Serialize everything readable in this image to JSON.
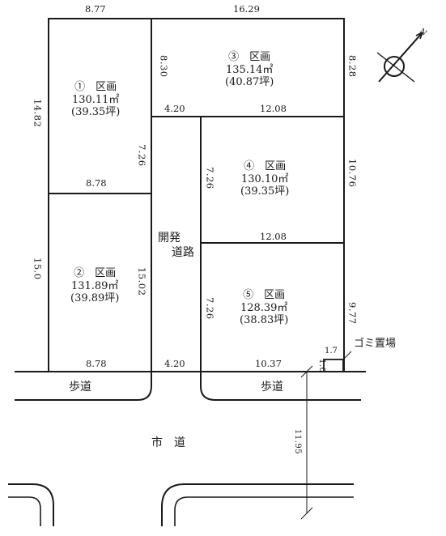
{
  "lots": [
    {
      "label": "①　区画",
      "area": "130.11㎡",
      "tsubo": "(39.35坪)"
    },
    {
      "label": "②　区画",
      "area": "131.89㎡",
      "tsubo": "(39.89坪)"
    },
    {
      "label": "③　区画",
      "area": "135.14㎡",
      "tsubo": "(40.87坪)"
    },
    {
      "label": "④　区画",
      "area": "130.10㎡",
      "tsubo": "(39.35坪)"
    },
    {
      "label": "⑤　区画",
      "area": "128.39㎡",
      "tsubo": "(38.83坪)"
    }
  ],
  "dims": {
    "top_left": "8.77",
    "top_right": "16.29",
    "left_upper": "14.82",
    "left_lower": "15.0",
    "lot1_bottom": "8.78",
    "lot1_right": "7.26",
    "lot2_right": "15.02",
    "lot2_bottom": "8.78",
    "lot3_left": "8.30",
    "lot3_right": "8.28",
    "road_top": "4.20",
    "lot3_bottom": "12.08",
    "lot4_left": "7.26",
    "lot4_right": "10.76",
    "lot4_bottom": "12.08",
    "lot5_left": "7.26",
    "lot5_right": "9.77",
    "road_bottom": "4.20",
    "lot5_bottom": "10.37",
    "garbage_w": "1.7",
    "garbage_h": "1.0",
    "city_road_width": "11.95"
  },
  "labels": {
    "dev_road_1": "開発",
    "dev_road_2": "道路",
    "sidewalk_left": "歩道",
    "sidewalk_right": "歩道",
    "city_road": "市　道",
    "garbage": "ゴミ置場",
    "north_mark": "N"
  }
}
